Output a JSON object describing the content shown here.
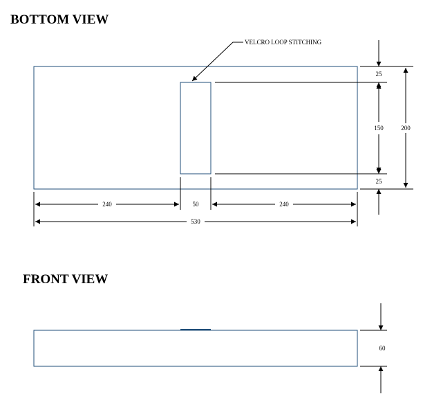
{
  "bottom_view": {
    "title": "BOTTOM VIEW",
    "callout": "VELCRO LOOP STITCHING",
    "dims": {
      "left_width": "240",
      "strip_width": "50",
      "right_width": "240",
      "total_width": "530",
      "top_gap": "25",
      "strip_height": "150",
      "bottom_gap": "25",
      "total_height": "200"
    }
  },
  "front_view": {
    "title": "FRONT VIEW",
    "dims": {
      "thickness": "60"
    }
  },
  "colors": {
    "outline": "#1f4e79",
    "dimension": "#000000"
  }
}
